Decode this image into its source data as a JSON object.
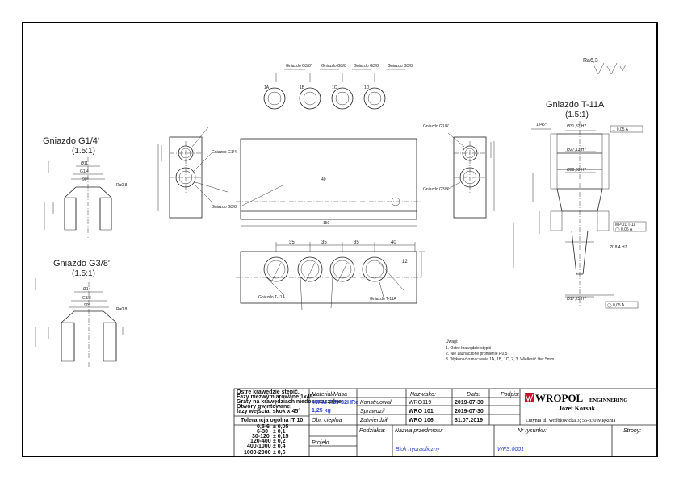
{
  "views": {
    "g14": {
      "title": "Gniazdo G1/4'",
      "scale": "(1.5:1)"
    },
    "g38": {
      "title": "Gniazdo G3/8'",
      "scale": "(1.5:1)"
    },
    "t11": {
      "title": "Gniazdo T-11A",
      "scale": "(1.5:1)"
    }
  },
  "top_labels": [
    "Gniazdo G3/8'",
    "Gniazdo G3/8",
    "Gniazdo G3/8'",
    "Gniazdo G3/8'"
  ],
  "hole_labels": [
    "1A",
    "1B",
    "1C",
    "1D"
  ],
  "front": {
    "dims": {
      "d1": "35",
      "d2": "35",
      "d3": "35",
      "d4": "40",
      "total": "150",
      "height": "40",
      "d5": "12"
    },
    "labels": {
      "gniazdo_t11a_left": "Gniazdo T-11A",
      "gniazdo_t11a_right": "Gniazdo T-11A",
      "gniazdo_g14": "Gniazdo G1/4'",
      "gniazdo_g38": "Gniazdo G3/8'",
      "gniazdo_g14_left": "Gniazdo G1/4'",
      "gniazdo_g38_left": "Gniazdo G3/8'"
    }
  },
  "roughness": {
    "label": "Ra6,3",
    "symbol": "(√√)"
  },
  "notes": {
    "title": "Uwagi:",
    "items": [
      "1. Ostre krawędzie stępić",
      "2. Nie zaznaczone promienie R0,5",
      "3. Wykonać oznaczenia 1A, 1B, 1C, 2, 3. Wielkość liter 5mm"
    ]
  },
  "tolerance": {
    "edge_lines": [
      "Ostre krawędzie stępić.",
      "Fazy niezwymiarowane 1x45°",
      "Graty na krawędziach niedopuszczalne",
      "Otwory gwintowane:",
      "fazy wejścia: skok x 45°"
    ],
    "title": "Tolerancja ogólna IT 10:",
    "rows": [
      [
        "0,5-6",
        "± 0,05"
      ],
      [
        "6-30",
        "± 0,1"
      ],
      [
        "30-120",
        "± 0,15"
      ],
      [
        "120-400",
        "± 0,2"
      ],
      [
        "400-1000",
        "± 0,4"
      ],
      [
        "1000-2000",
        "± 0,6"
      ]
    ]
  },
  "titleblock": {
    "material_label": "Materiał/Masa",
    "material_value": "40HM T.29-32HRc",
    "mass_value": "1,25 kg",
    "heat_label": "Obr. cieplna",
    "project_label": "Projekt",
    "roles": [
      "Konstruował",
      "Sprawdził",
      "Zatwierdził"
    ],
    "name_header": "Nazwisko:",
    "date_header": "Data:",
    "sign_header": "Podpis:",
    "names": [
      "WRO119",
      "WRO 101",
      "WRO 106"
    ],
    "dates": [
      "2019-07-30",
      "2019-07-30",
      "31.07.2019"
    ],
    "scale_label": "Podziałka:",
    "part_name_label": "Nazwa przedmiotu:",
    "drawing_no_label": "Nr rysunku:",
    "pages_label": "Strony:",
    "part_name": "Blok hydrauliczny",
    "drawing_no": "WFS.0001",
    "company": "WROPOL",
    "company_suffix": "ENGINNERING",
    "owner": "Józef Korsak",
    "address": "Lutynia ul. Wróblowicka 3; 55-330 Miękinia"
  }
}
